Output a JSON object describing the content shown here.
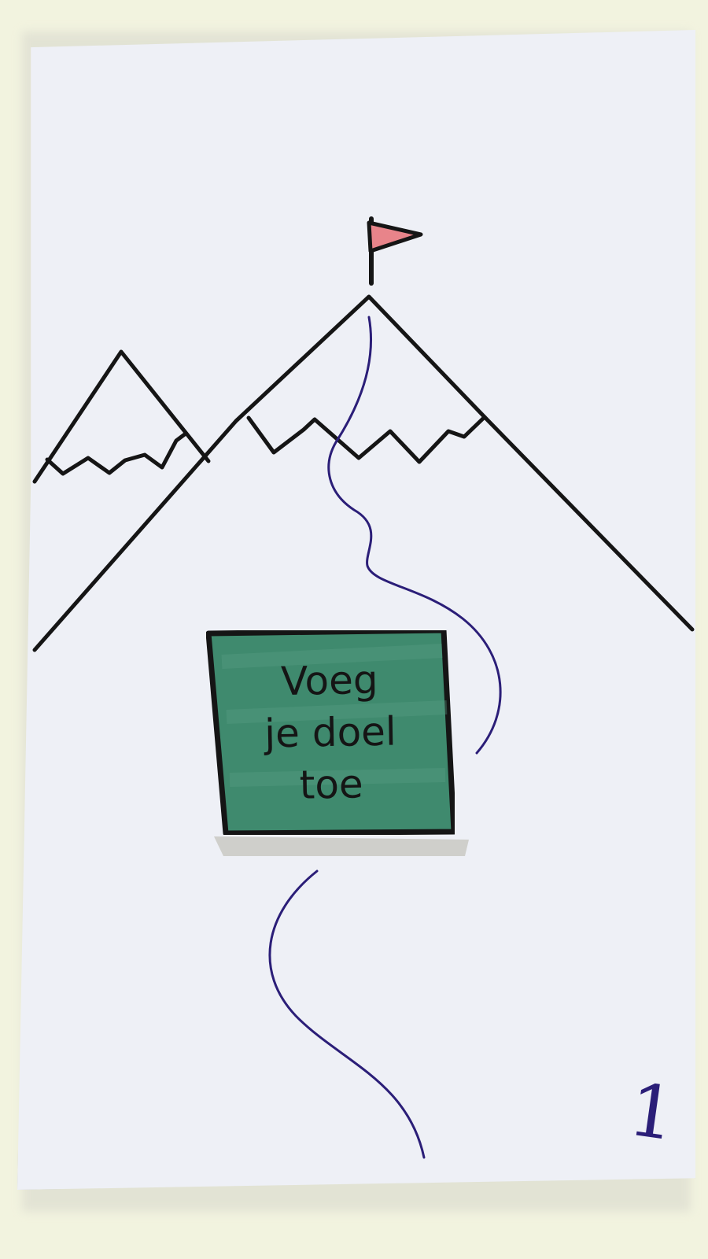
{
  "card": {
    "goal_button_label": "Voeg\nje doel\ntoe",
    "page_number": "1"
  },
  "colors": {
    "paper": "#eef0f6",
    "button_fill": "#3f8a6e",
    "ink": "#151515",
    "path": "#2b1e78",
    "flag": "#e8848a"
  },
  "icons": {
    "flag": "flag-icon",
    "mountains": "mountains-illustration",
    "path": "trail-path"
  }
}
